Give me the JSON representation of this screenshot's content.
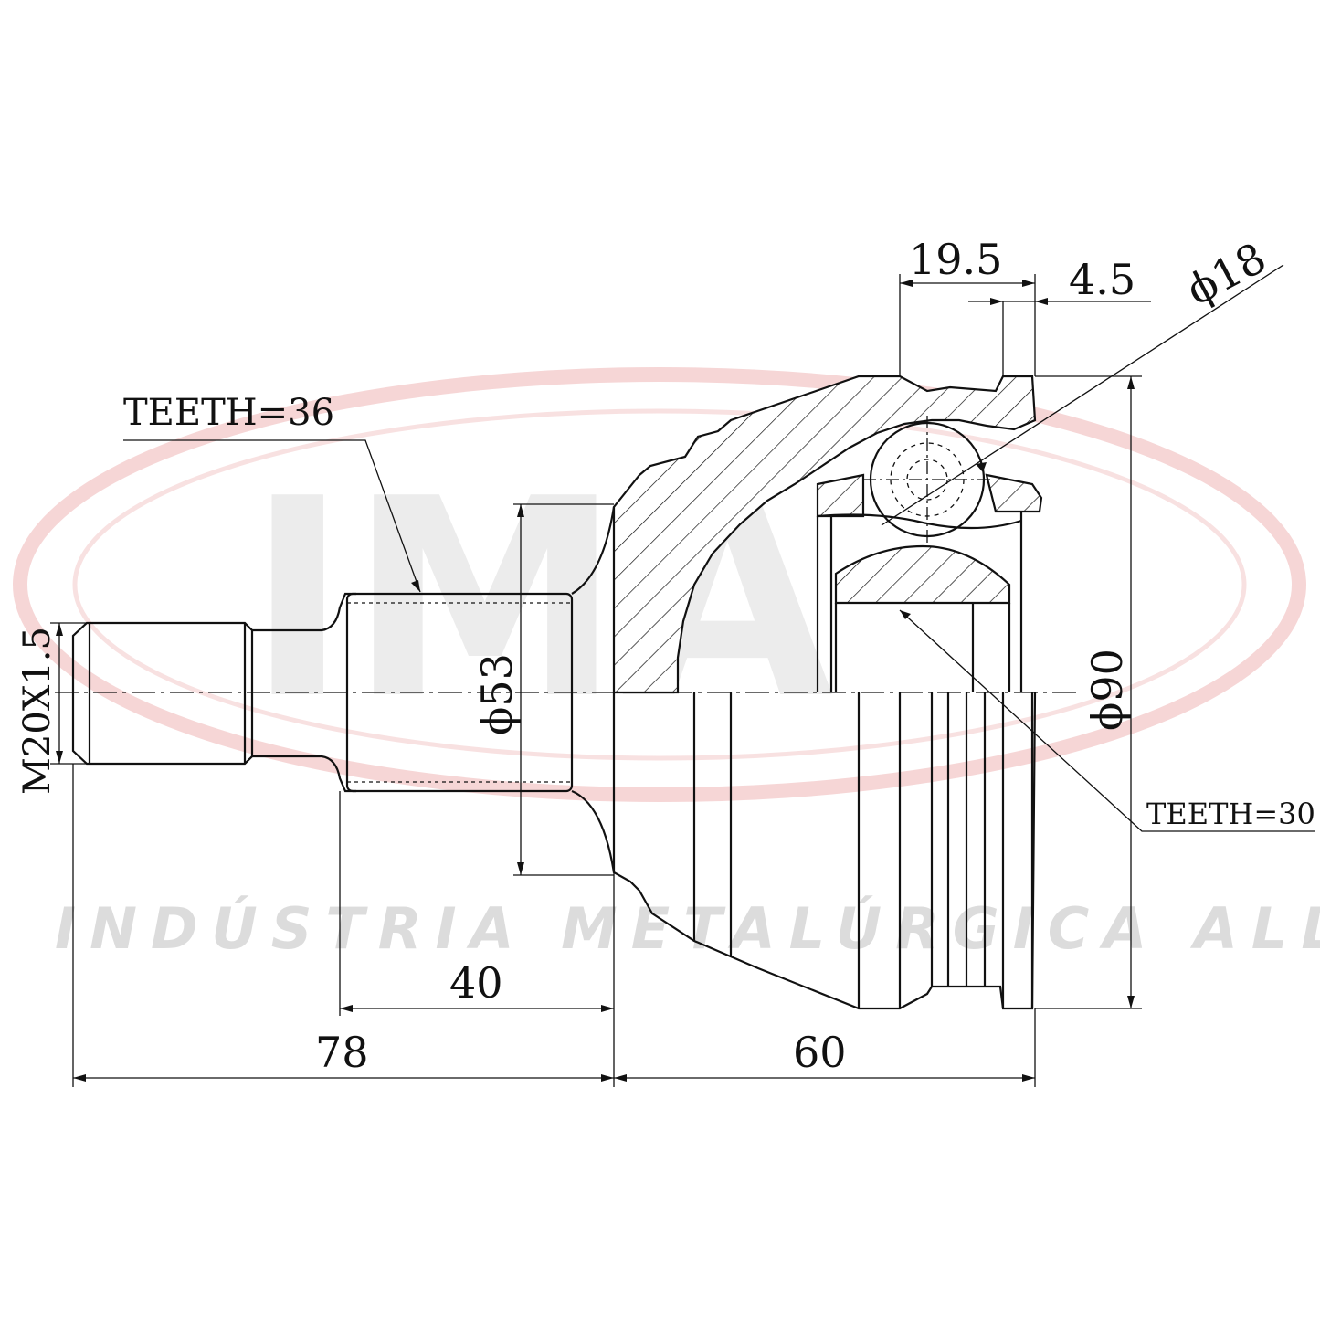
{
  "watermark": {
    "logo": "IMA",
    "company": "INDÚSTRIA METALÚRGICA ALLI",
    "ring_color": "#f3c9c9"
  },
  "annotations": {
    "teeth_outer": "TEETH=36",
    "teeth_inner": "TEETH=30",
    "thread": "M20X1.5"
  },
  "dimensions": {
    "ball_offset": "19.5",
    "groove_width": "4.5",
    "ball_diameter": "ϕ18",
    "shaft_diameter": "ϕ53",
    "housing_diameter": "ϕ90",
    "spline_length": "40",
    "shaft_length": "78",
    "housing_length": "60"
  }
}
